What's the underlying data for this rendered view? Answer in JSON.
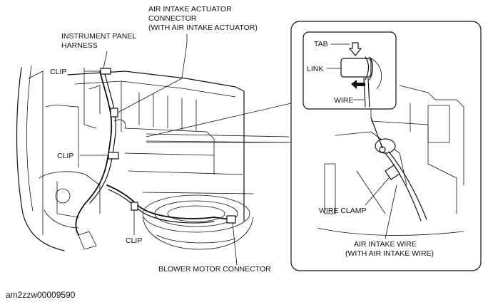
{
  "labels": {
    "actuator_connector": [
      "AIR INTAKE ACTUATOR",
      "CONNECTOR",
      "(WITH AIR INTAKE ACTUATOR)"
    ],
    "instrument_panel_harness": [
      "INSTRUMENT PANEL",
      "HARNESS"
    ],
    "clip_upper": "CLIP",
    "clip_middle": "CLIP",
    "clip_lower": "CLIP",
    "blower_motor_connector": "BLOWER MOTOR CONNECTOR",
    "tab": "TAB",
    "link": "LINK",
    "wire": "WIRE",
    "wire_clamp": "WIRE CLAMP",
    "air_intake_wire": [
      "AIR INTAKE WIRE",
      "(WITH AIR INTAKE WIRE)"
    ]
  },
  "figure_code": "am2zzw00009590"
}
